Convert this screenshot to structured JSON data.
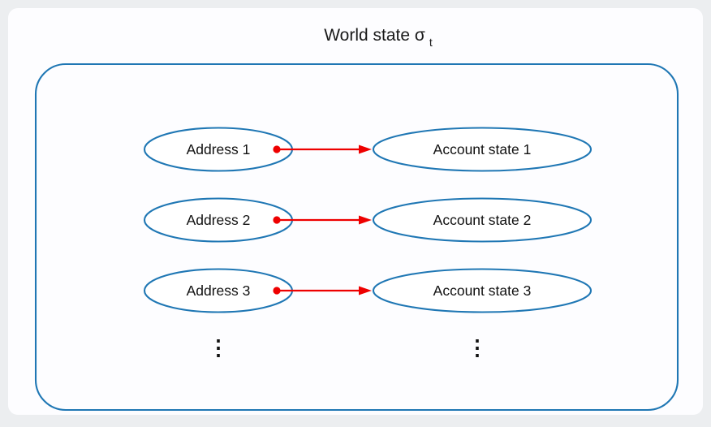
{
  "diagram": {
    "title": {
      "base": "World state σ",
      "subscript": "t",
      "full": "World state σt"
    },
    "container": {
      "name": "world-state-container",
      "border_color": "#1f77b4",
      "fill": "#ffffff"
    },
    "colors": {
      "node_stroke": "#1f77b4",
      "node_fill": "#ffffff",
      "edge": "#ee0000",
      "text": "#111111",
      "page_background": "#eceef0",
      "card_background": "#fdfdff"
    },
    "rows": [
      {
        "address_label": "Address 1",
        "account_label": "Account state 1",
        "edge_name": "mapping-arrow-1"
      },
      {
        "address_label": "Address 2",
        "account_label": "Account state 2",
        "edge_name": "mapping-arrow-2"
      },
      {
        "address_label": "Address 3",
        "account_label": "Account state 3",
        "edge_name": "mapping-arrow-3"
      }
    ],
    "continuation": {
      "left": "⋮",
      "right": "⋮"
    }
  }
}
